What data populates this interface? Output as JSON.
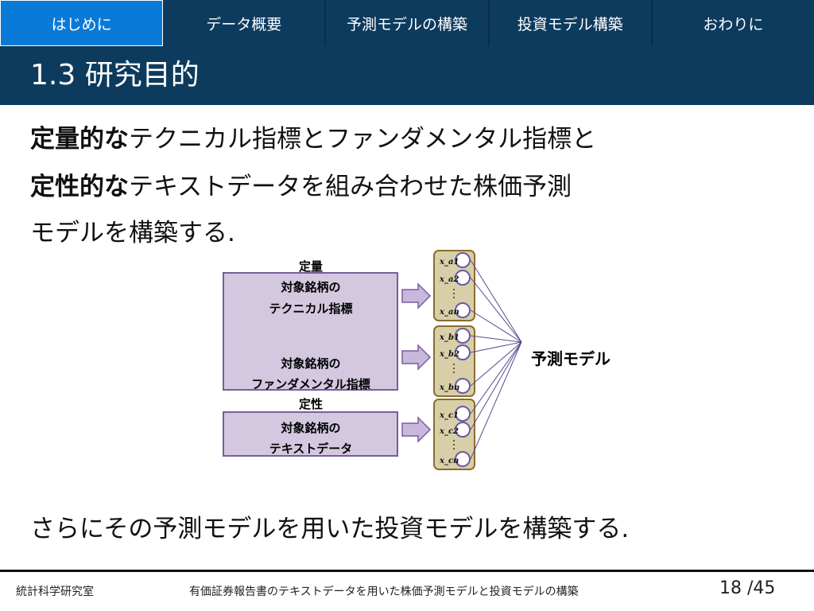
{
  "nav": {
    "tabs": [
      {
        "label": "はじめに",
        "active": true
      },
      {
        "label": "データ概要",
        "active": false
      },
      {
        "label": "予測モデルの構築",
        "active": false
      },
      {
        "label": "投資モデル構築",
        "active": false
      },
      {
        "label": "おわりに",
        "active": false
      }
    ]
  },
  "slide": {
    "title": "1.3 研究目的",
    "line1_bold": "定量的な",
    "line1_rest": "テクニカル指標とファンダメンタル指標と",
    "line2_bold": "定性的な",
    "line2_rest": "テキストデータを組み合わせた株価予測",
    "line3": "モデルを構築する.",
    "bottom_line": "さらにその予測モデルを用いた投資モデルを構築する."
  },
  "diagram": {
    "quant_label": "定量",
    "qual_label": "定性",
    "box1_line1": "対象銘柄の",
    "box1_line2": "テクニカル指標",
    "box2_line1": "対象銘柄の",
    "box2_line2": "ファンダメンタル指標",
    "box3_line1": "対象銘柄の",
    "box3_line2": "テキストデータ",
    "model_label": "予測モデル",
    "group_a": [
      "x_a1",
      "x_a2",
      "x_an"
    ],
    "group_b": [
      "x_b1",
      "x_b2",
      "x_bn"
    ],
    "group_c": [
      "x_c1",
      "x_c2",
      "x_cn"
    ],
    "colors": {
      "box_fill": "#d3c8df",
      "box_stroke": "#7a5c9e",
      "arrow_fill": "#c9b8dc",
      "node_group_fill": "#d8cfa8",
      "node_group_stroke": "#8a6d2a",
      "line": "#5a4c8f"
    }
  },
  "footer": {
    "lab": "統計科学研究室",
    "talk_title": "有価証券報告書のテキストデータを用いた株価予測モデルと投資モデルの構築",
    "page": "18 /45"
  }
}
